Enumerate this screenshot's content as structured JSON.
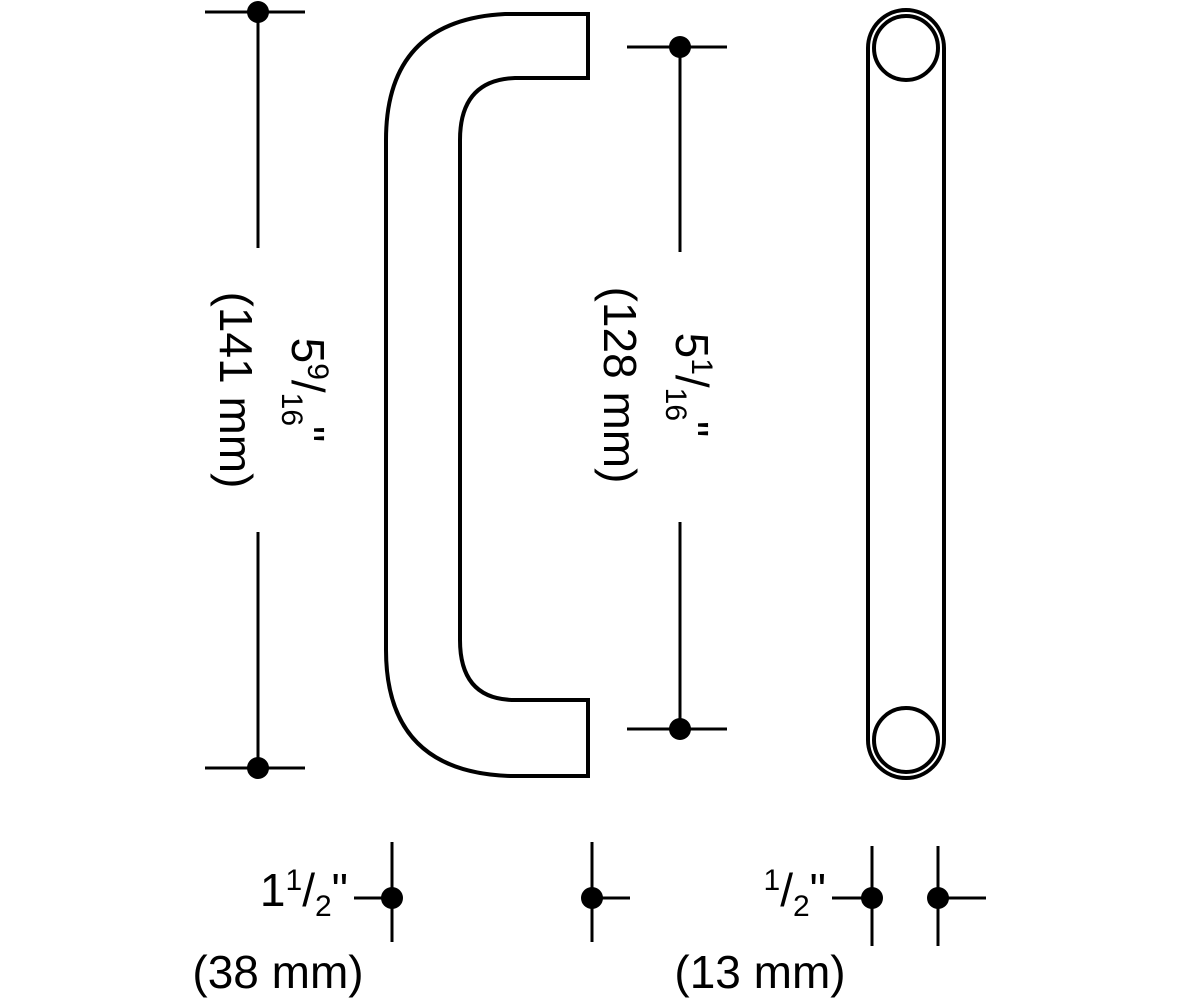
{
  "dimensions": {
    "overall_length": {
      "whole": "5",
      "numerator": "9",
      "slash": "/",
      "denominator": "16",
      "inch_mark": "\"",
      "metric": "(141 mm)"
    },
    "hole_spacing": {
      "whole": "5",
      "numerator": "1",
      "slash": "/",
      "denominator": "16",
      "inch_mark": "\"",
      "metric": "(128 mm)"
    },
    "projection": {
      "whole": "1",
      "numerator": "1",
      "slash": "/",
      "denominator": "2",
      "inch_mark": "\"",
      "metric": "(38 mm)"
    },
    "diameter": {
      "numerator": "1",
      "slash": "/",
      "denominator": "2",
      "inch_mark": "\"",
      "metric": "(13 mm)"
    }
  },
  "colors": {
    "line": "#000000",
    "background": "#ffffff"
  }
}
